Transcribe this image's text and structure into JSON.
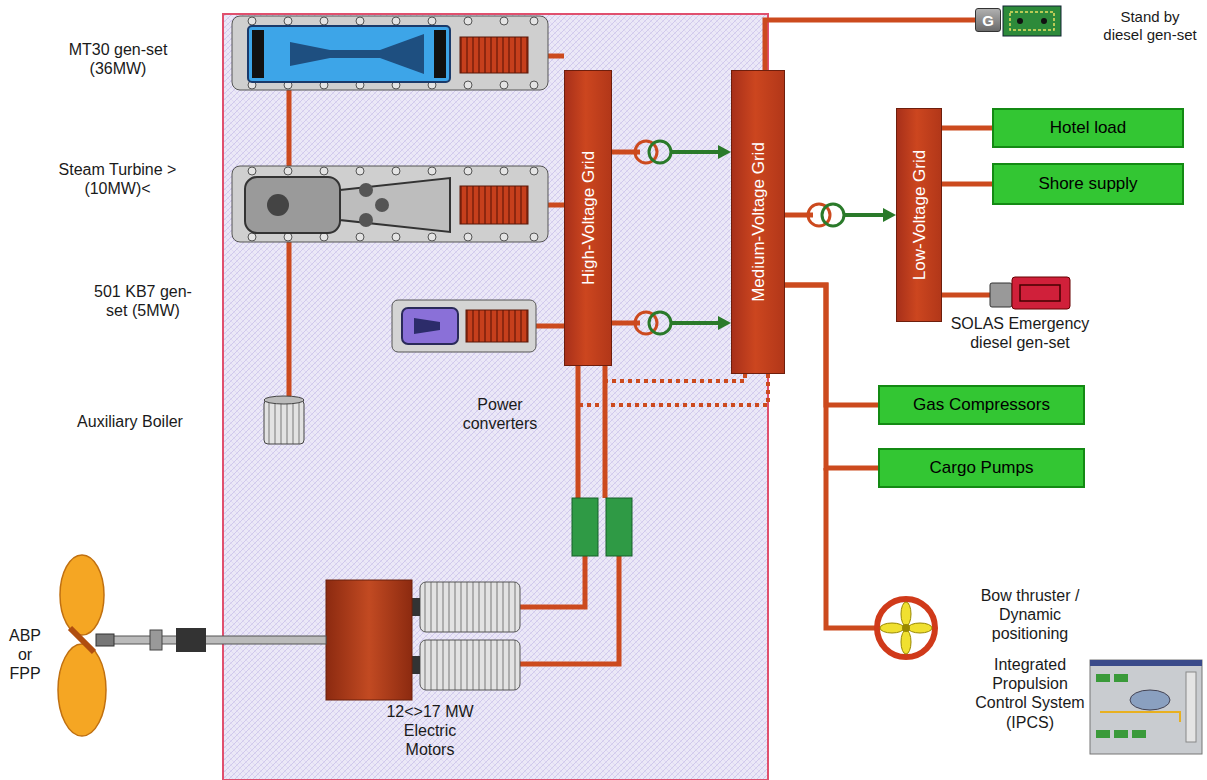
{
  "diagram": {
    "nodes": [
      {
        "text": [
          "High-Voltage Grid"
        ]
      },
      {
        "text": [
          "Medium-Voltage Grid"
        ]
      },
      {
        "text": [
          "G"
        ]
      },
      {
        "text": [
          "Low-Voltage Grid"
        ]
      },
      {
        "text": [
          "Hotel load"
        ]
      },
      {
        "text": [
          "Shore supply"
        ]
      },
      {
        "text": [
          "Gas Compressors"
        ]
      },
      {
        "text": [
          "Cargo Pumps"
        ]
      }
    ],
    "edges": [
      {
        "from": 0,
        "to": 1,
        "arrow": "to"
      },
      {
        "from": 0,
        "to": 1,
        "arrow": "to"
      },
      {
        "from": 1,
        "to": 2,
        "arrow": "none"
      },
      {
        "from": 1,
        "to": 3,
        "arrow": "to"
      },
      {
        "from": 3,
        "to": 4,
        "arrow": "none"
      },
      {
        "from": 3,
        "to": 5,
        "arrow": "none"
      },
      {
        "from": 1,
        "to": 6,
        "arrow": "none"
      },
      {
        "from": 1,
        "to": 7,
        "arrow": "none"
      }
    ],
    "labels": [
      "MT30 gen-set (36MW)",
      "Steam Turbine >(10MW)<",
      "501 KB7 gen-set (5MW)",
      "Auxiliary Boiler",
      "Power converters",
      "12<>17 MW Electric Motors",
      "ABP or FPP",
      "Stand by diesel gen-set",
      "SOLAS Emergency diesel gen-set",
      "Bow thruster / Dynamic positioning",
      "Integrated Propulsion Control System (IPCS)"
    ]
  }
}
